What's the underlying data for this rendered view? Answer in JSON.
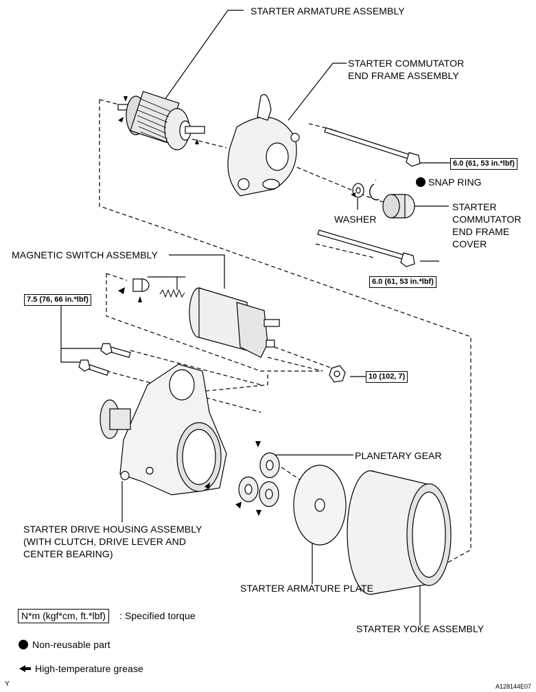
{
  "labels": {
    "armature": "STARTER ARMATURE ASSEMBLY",
    "commutator_end_frame_1": "STARTER COMMUTATOR",
    "commutator_end_frame_2": "END FRAME ASSEMBLY",
    "snap_ring": "SNAP RING",
    "washer": "WASHER",
    "cover_1": "STARTER",
    "cover_2": "COMMUTATOR",
    "cover_3": "END FRAME",
    "cover_4": "COVER",
    "magnetic_switch": "MAGNETIC SWITCH ASSEMBLY",
    "planetary_gear": "PLANETARY GEAR",
    "drive_housing_1": "STARTER DRIVE HOUSING ASSEMBLY",
    "drive_housing_2": "(WITH CLUTCH, DRIVE LEVER AND",
    "drive_housing_3": "CENTER BEARING)",
    "armature_plate": "STARTER ARMATURE PLATE",
    "yoke": "STARTER YOKE ASSEMBLY"
  },
  "torques": {
    "through_bolt_upper": "6.0 (61, 53 in.*lbf)",
    "through_bolt_lower": "6.0 (61, 53 in.*lbf)",
    "housing_bolts": "7.5 (76, 66 in.*lbf)",
    "terminal_nut": "10 (102, 7)"
  },
  "legend": {
    "torque_box": "N*m (kgf*cm, ft.*lbf)",
    "torque_text": ": Specified torque",
    "non_reusable": "Non-reusable part",
    "grease": "High-temperature grease"
  },
  "footer": {
    "left_mark": "Y",
    "figure_id": "A128144E07"
  }
}
